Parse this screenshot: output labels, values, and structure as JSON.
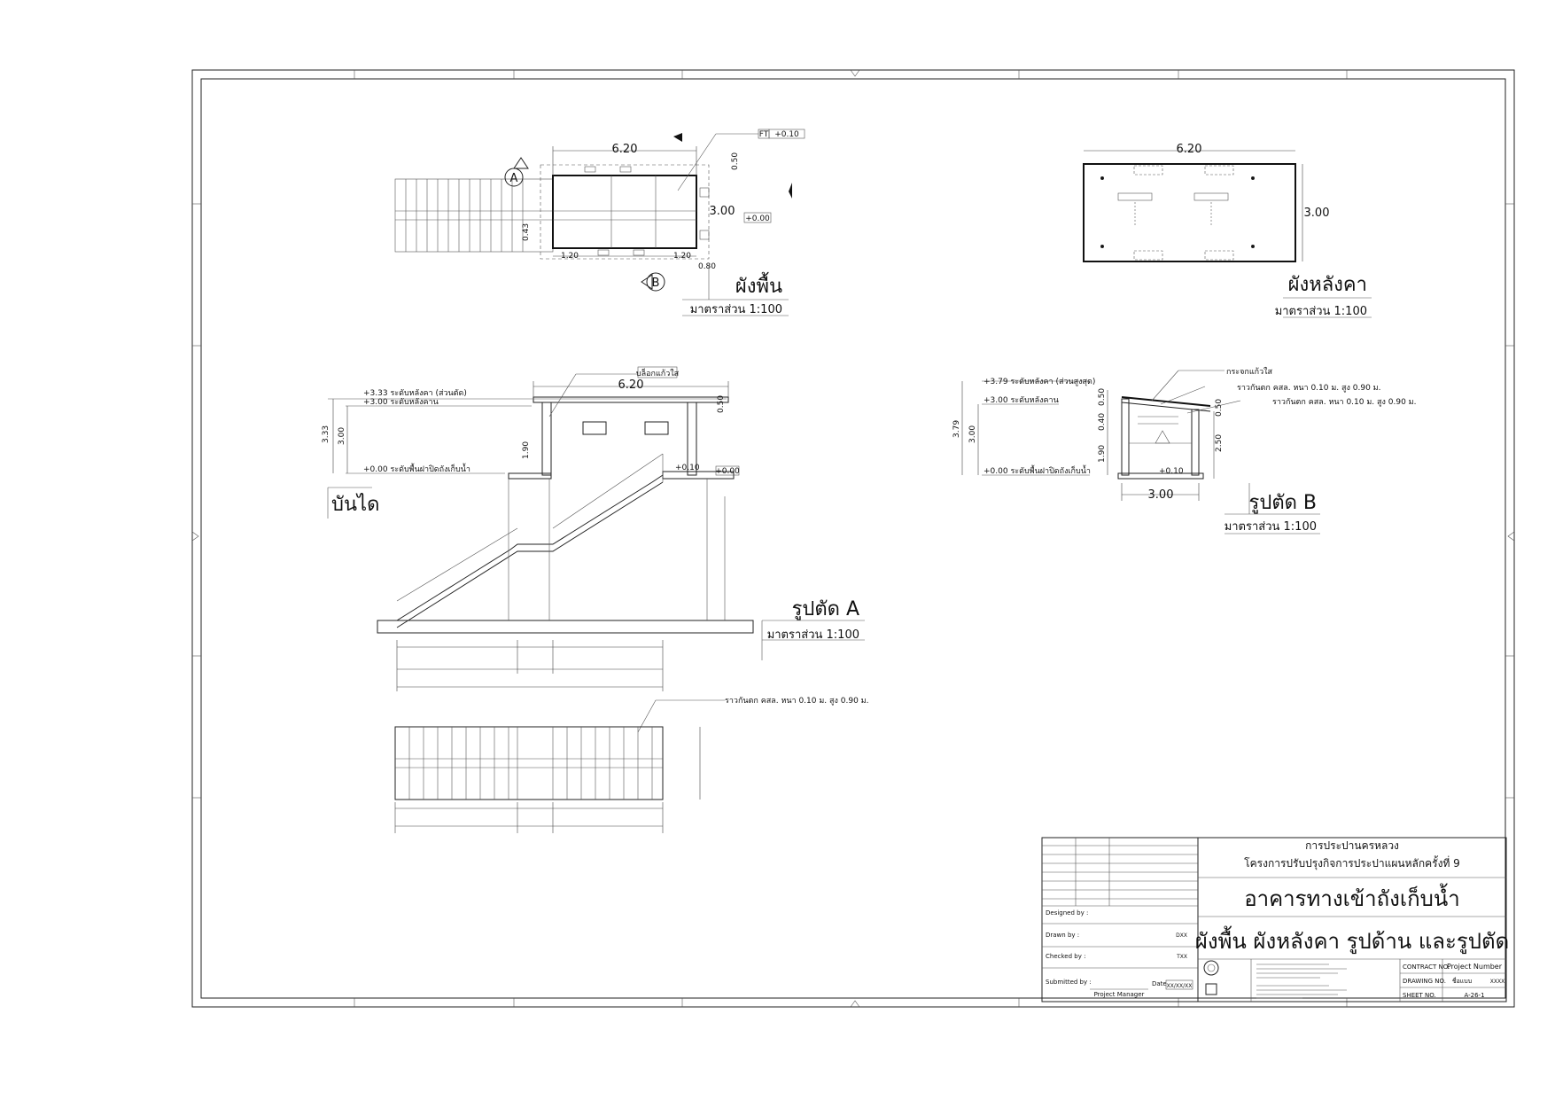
{
  "plan": {
    "title": "ผังพื้น",
    "scale": "มาตราส่วน 1:100",
    "dim_width": "6.20",
    "dim_depth": "3.00",
    "dim_left": "1.20",
    "dim_right": "1.20",
    "dim_side": "0.80",
    "dim_a": "0.50",
    "dim_b": "0.43",
    "level_ft": "FT",
    "level_ft_value": "+0.10",
    "level_floor": "+0.00",
    "section_a": "A",
    "section_b": "B"
  },
  "roof": {
    "title": "ผังหลังคา",
    "scale": "มาตราส่วน 1:100",
    "dim_width": "6.20",
    "dim_depth": "3.00"
  },
  "section_a": {
    "title": "รูปตัด A",
    "scale": "มาตราส่วน 1:100",
    "stair_label": "บันได",
    "dim_width": "6.20",
    "skylight_note": "บล็อกแก้วใส",
    "level_roof_top": "+3.33 ระดับหลังคา (ส่วนตัด)",
    "level_beam": "+3.00 ระดับหลังคาน",
    "level_floor": "+0.00 ระดับพื้นฝาปิดถังเก็บน้ำ",
    "dim_total_h": "3.33",
    "dim_h": "3.00",
    "dim_wall": "1.90",
    "dim_roof": "0.50",
    "level_top": "+0.10",
    "level_zero": "+0.00",
    "railing_note": "ราวกันตก คสล. หนา 0.10 ม. สูง 0.90 ม."
  },
  "section_b": {
    "title": "รูปตัด B",
    "scale": "มาตราส่วน 1:100",
    "dim_width": "3.00",
    "glass_note": "กระจกแก้วใส",
    "level_top": "+3.79 ระดับหลังคา (ส่วนสูงสุด)",
    "level_beam": "+3.00 ระดับหลังคาน",
    "level_floor": "+0.00 ระดับพื้นฝาปิดถังเก็บน้ำ",
    "railing_note_1": "ราวกันตก คสล. หนา 0.10 ม. สูง 0.90 ม.",
    "railing_note_2": "ราวกันตก คสล. หนา 0.10 ม. สูง 0.90 ม.",
    "dim_total_h": "3.79",
    "dim_h": "3.00",
    "dim_roof": "0.50",
    "dim_mid": "0.40",
    "dim_wall": "1.90",
    "dim_right": "2.50",
    "dim_right_top": "0.50",
    "level_top_small": "+0.10"
  },
  "titleblock": {
    "owner": "การประปานครหลวง",
    "project": "โครงการปรับปรุงกิจการประปาแผนหลักครั้งที่ 9",
    "building": "อาคารทางเข้าถังเก็บน้ำ",
    "drawing_title": "ผังพื้น ผังหลังคา รูปด้าน และรูปตัด",
    "designed_by": "Designed by :",
    "drawn_by": "Drawn by :",
    "drawn_code": "DXX",
    "checked_by": "Checked by :",
    "checked_code": "TXX",
    "submitted_by": "Submitted by :",
    "date_label": "Date",
    "date_value": "XX/XX/XX",
    "project_manager": "Project Manager",
    "contract_no_label": "CONTRACT NO.",
    "contract_no": "Project Number",
    "drawing_no_label": "DRAWING NO.",
    "drawing_no_a": "ชื่อแบบ",
    "drawing_no_b": "XXXX",
    "sheet_no_label": "SHEET NO.",
    "sheet_no": "A-26-1"
  }
}
